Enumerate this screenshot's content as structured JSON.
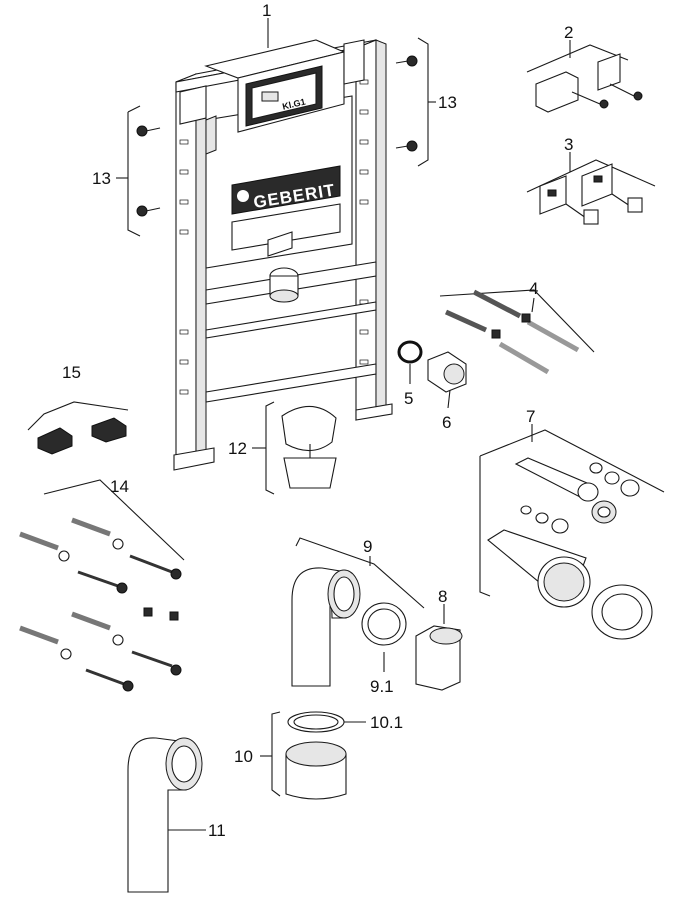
{
  "brand": "GEBERIT",
  "module_tag": "Kl.G1",
  "callouts": {
    "c1": "1",
    "c2": "2",
    "c3": "3",
    "c4": "4",
    "c5": "5",
    "c6": "6",
    "c7": "7",
    "c8": "8",
    "c9": "9",
    "c9_1": "9.1",
    "c10": "10",
    "c10_1": "10.1",
    "c11": "11",
    "c12": "12",
    "c13_left": "13",
    "c13_right": "13",
    "c14": "14",
    "c15": "15"
  }
}
